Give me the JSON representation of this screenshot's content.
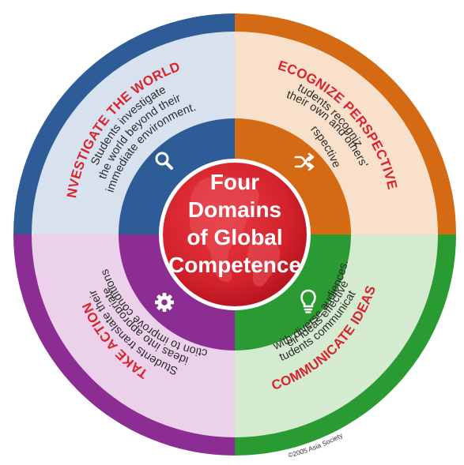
{
  "center": {
    "lines": [
      "Four",
      "Domains",
      "of Global",
      "Competence"
    ]
  },
  "domains": {
    "investigate": {
      "title": "INVESTIGATE THE WORLD",
      "lines": [
        "Students investigate",
        "the world beyond their",
        "immediate environment."
      ],
      "icon": "search-icon",
      "outer_color": "#2e5c96",
      "inner_color": "#2e5c96",
      "text_bg": "#d8e2ee"
    },
    "recognize": {
      "title": "RECOGNIZE PERSPECTIVES",
      "lines": [
        "Students recognize",
        "their own and others'",
        "perspectives."
      ],
      "icon": "shuffle-icon",
      "outer_color": "#d46a14",
      "inner_color": "#d46a14",
      "text_bg": "#f8e0ca"
    },
    "action": {
      "title": "TAKE ACTION",
      "lines": [
        "Students translate their",
        "ideas into appropriate",
        "action to improve conditions."
      ],
      "icon": "gear-icon",
      "outer_color": "#8b2d92",
      "inner_color": "#8b2d92",
      "text_bg": "#ebd1e9"
    },
    "communicate": {
      "title": "COMMUNICATE IDEAS",
      "lines": [
        "Students communicate",
        "their ideas effectively",
        "with diverse audiences."
      ],
      "icon": "lightbulb-icon",
      "outer_color": "#2a9b32",
      "inner_color": "#2a9b32",
      "text_bg": "#d5ebcf"
    }
  },
  "center_color": "#d8242f",
  "copyright": "©2005 Asia Society"
}
